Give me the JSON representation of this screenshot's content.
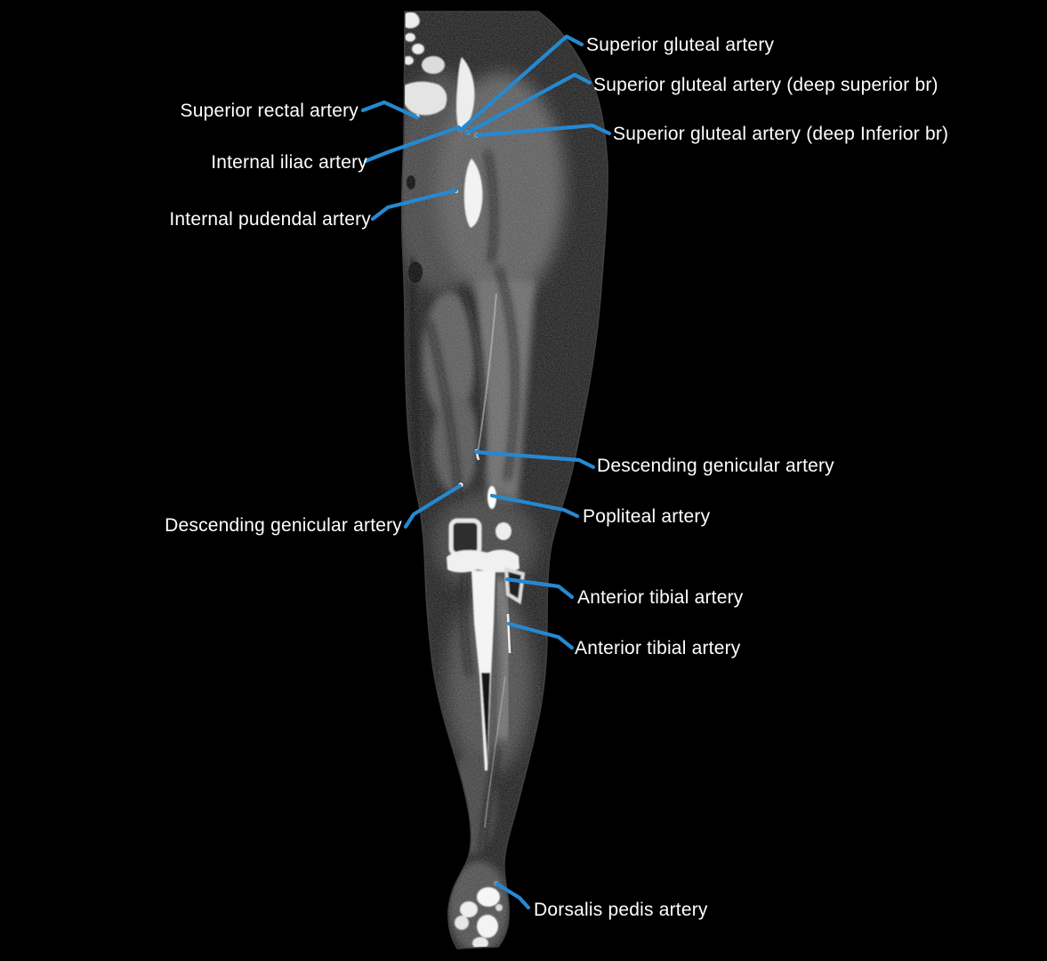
{
  "figure": {
    "background_color": "#000000",
    "scan_kind": "ct-angiogram-lower-limb"
  },
  "annotations": {
    "line_color": "#2589D1",
    "text_color": "#FFFFFF",
    "labels": [
      {
        "text": "Superior gluteal artery",
        "side": "right"
      },
      {
        "text": "Superior gluteal artery (deep superior br)",
        "side": "right"
      },
      {
        "text": "Superior rectal artery",
        "side": "left"
      },
      {
        "text": "Superior gluteal artery (deep Inferior br)",
        "side": "right"
      },
      {
        "text": "Internal iliac artery",
        "side": "left"
      },
      {
        "text": "Internal pudendal artery",
        "side": "left"
      },
      {
        "text": "Descending genicular artery",
        "side": "right"
      },
      {
        "text": "Popliteal artery",
        "side": "right"
      },
      {
        "text": "Descending genicular artery",
        "side": "left"
      },
      {
        "text": "Anterior tibial artery",
        "side": "right"
      },
      {
        "text": "Anterior tibial artery",
        "side": "right"
      },
      {
        "text": "Dorsalis pedis artery",
        "side": "right"
      }
    ]
  }
}
